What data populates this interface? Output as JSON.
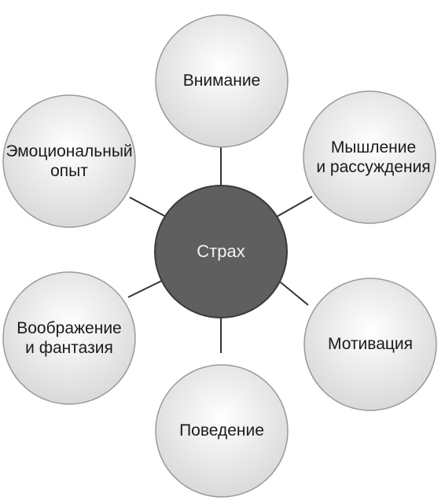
{
  "center": {
    "label": "Страх"
  },
  "nodes": [
    {
      "id": "attention",
      "label": "Внимание"
    },
    {
      "id": "thinking",
      "label": "Мышление\nи рассуждения"
    },
    {
      "id": "motivation",
      "label": "Мотивация"
    },
    {
      "id": "behavior",
      "label": "Поведение"
    },
    {
      "id": "imagination",
      "label": "Воображение\nи фантазия"
    },
    {
      "id": "emotional-experience",
      "label": "Эмоциональный\nопыт"
    }
  ],
  "colors": {
    "center_fill": "#5f5f5f",
    "center_stroke": "#3a3a3a",
    "node_fill_light": "#ffffff",
    "node_fill_dark": "#d9d9d9",
    "node_stroke": "#9a9a9a",
    "connector": "#333333"
  }
}
